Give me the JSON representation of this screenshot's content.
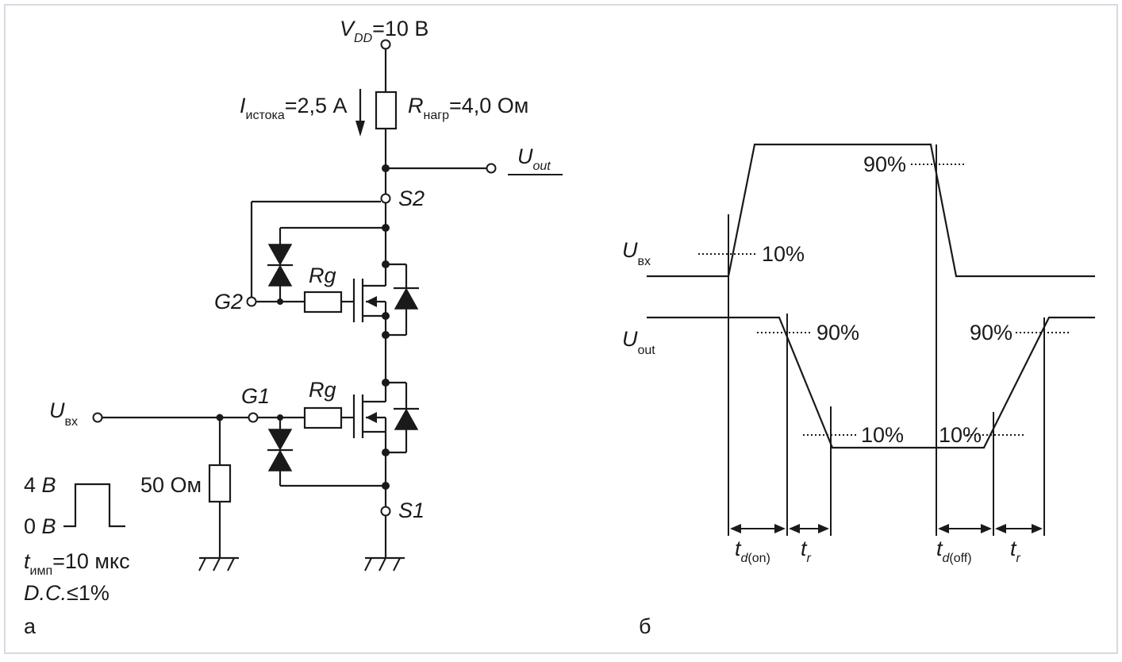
{
  "circuit": {
    "vdd_main": "V",
    "vdd_sub": "DD",
    "vdd_value": "=10 В",
    "isource_main": "I",
    "isource_sub": "истока",
    "isource_value": "=2,5 А",
    "rload_main": "R",
    "rload_sub": "нагр",
    "rload_value": "=4,0 Ом",
    "uout_main": "U",
    "uout_sub": "out",
    "s2": "S2",
    "s1": "S1",
    "g2": "G2",
    "g1": "G1",
    "rg_top": "Rg",
    "rg_bottom": "Rg",
    "uin_main": "U",
    "uin_sub": "вх",
    "r50": "50 Ом",
    "pulse_high": "4 ",
    "pulse_high_unit": "В",
    "pulse_low": "0 ",
    "pulse_low_unit": "В",
    "timp_main": "t",
    "timp_sub": "имп",
    "timp_value": "=10 мкс",
    "dc_label": "D.C.",
    "dc_value": "≤1%",
    "panel_label": "а"
  },
  "timing": {
    "uin_main": "U",
    "uin_sub": "вх",
    "uout_main": "U",
    "uout_sub": "out",
    "in_10": "10%",
    "in_90": "90%",
    "out_90_fall": "90%",
    "out_10_fall": "10%",
    "out_10_rise": "10%",
    "out_90_rise": "90%",
    "tdon_main": "t",
    "tdon_sub_d": "d",
    "tdon_sub_rest": "(on)",
    "tr1_main": "t",
    "tr1_sub": "r",
    "tdoff_main": "t",
    "tdoff_sub_d": "d",
    "tdoff_sub_rest": "(off)",
    "tr2_main": "t",
    "tr2_sub": "r",
    "panel_label": "б"
  }
}
